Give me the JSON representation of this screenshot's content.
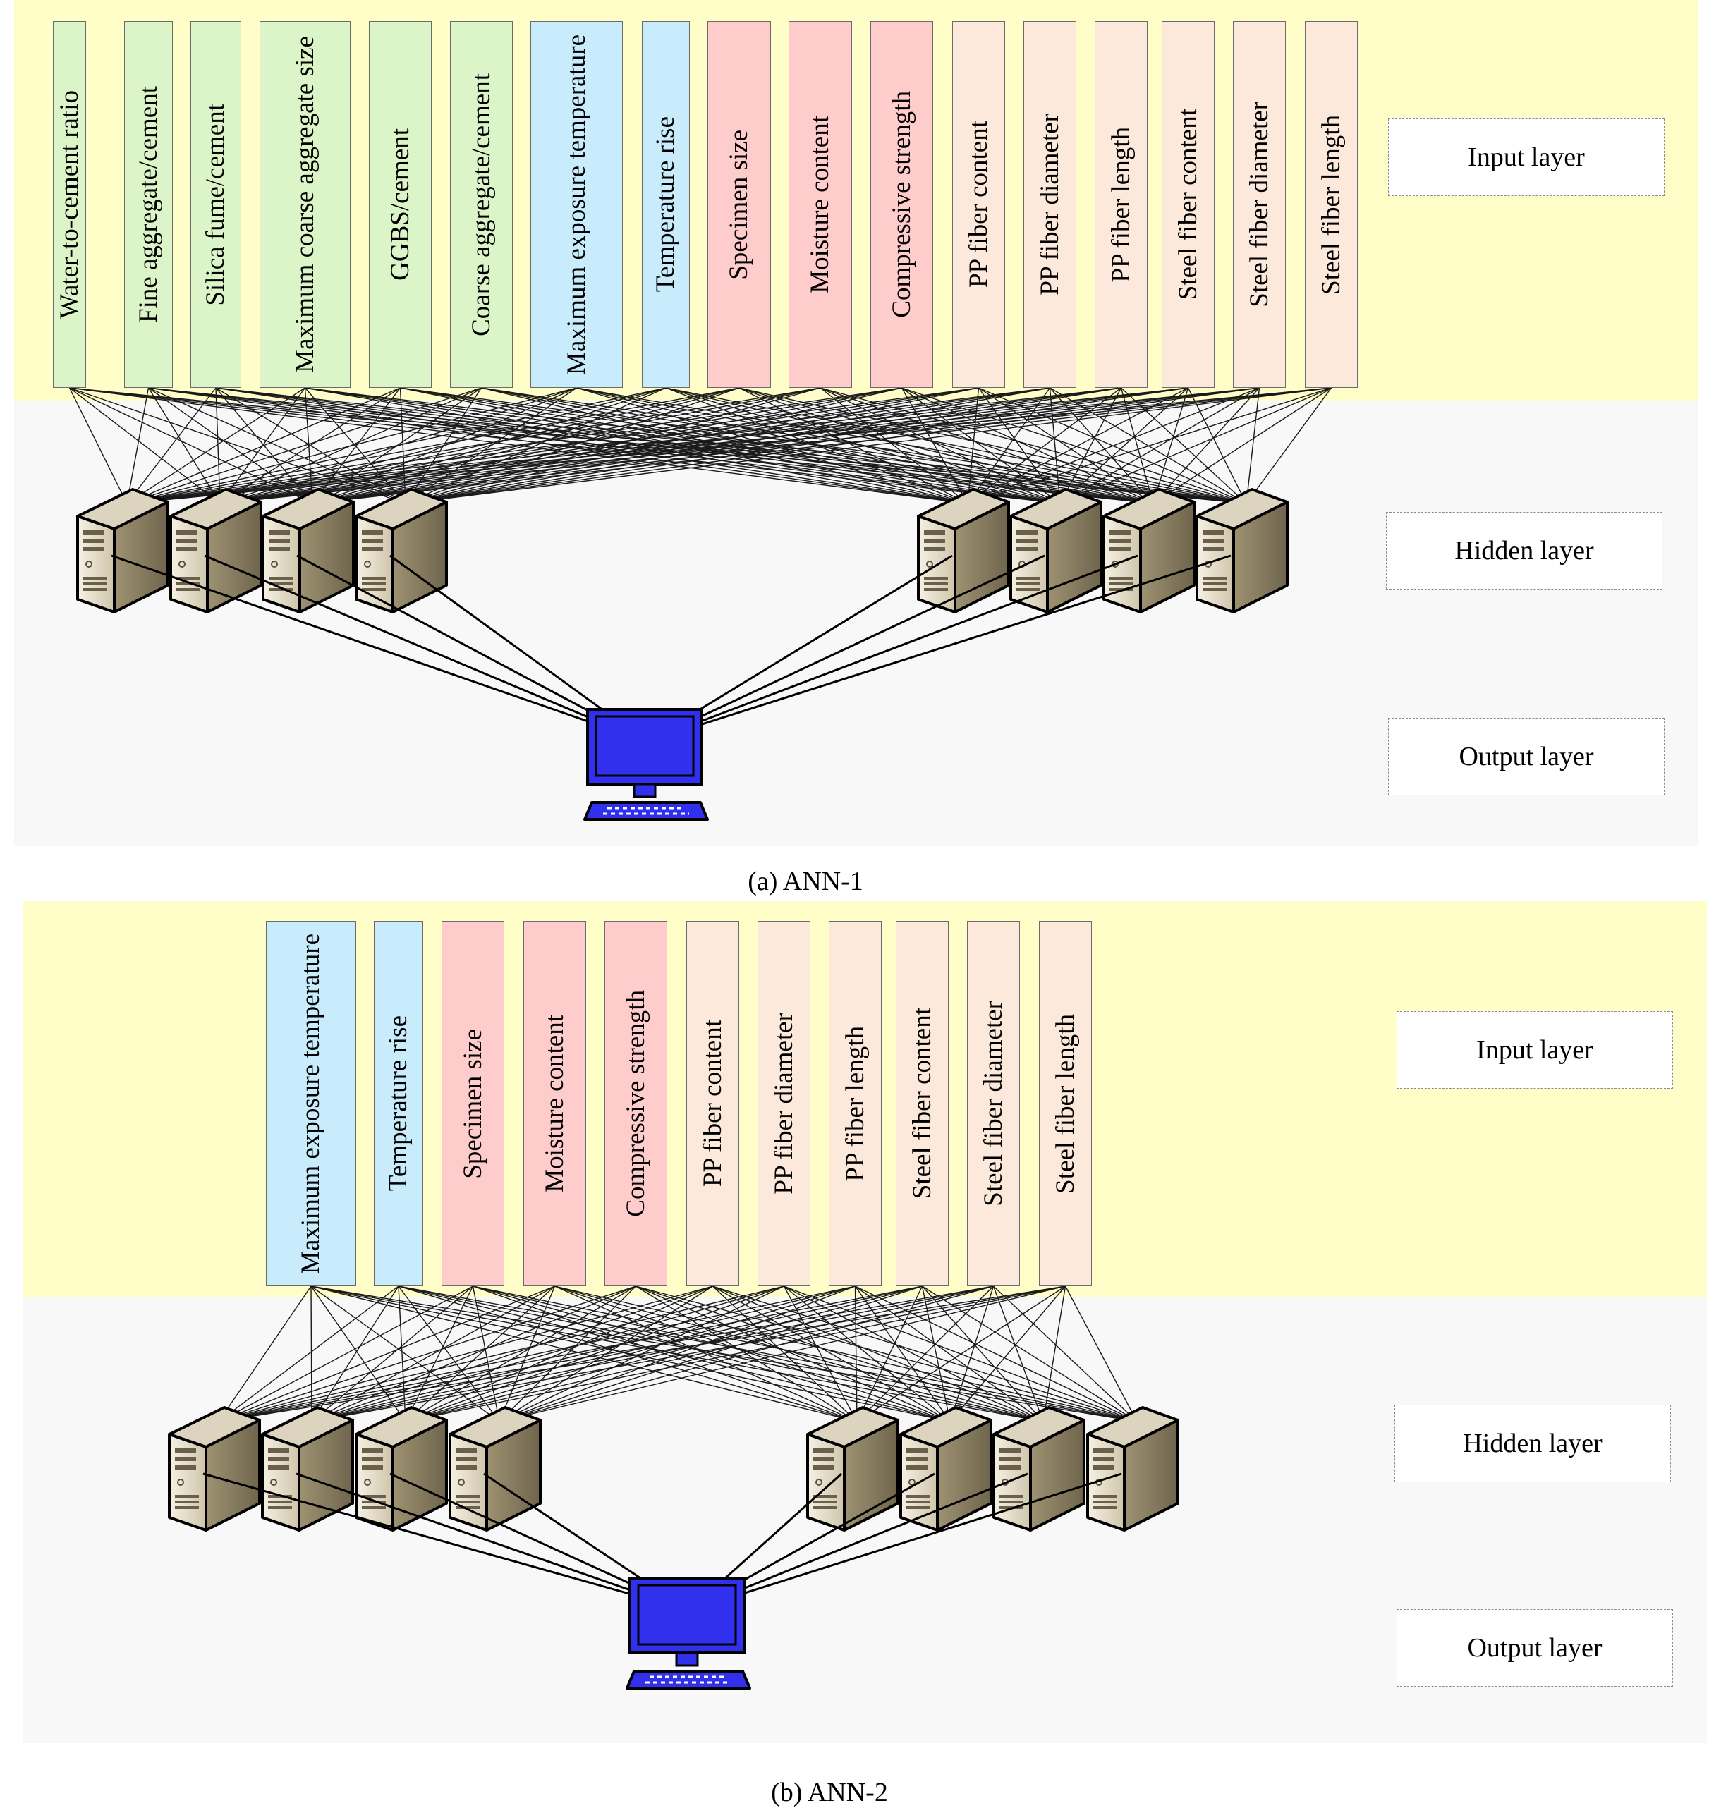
{
  "colors": {
    "input_band": "#fffec8",
    "hidden_band": "#f8f8f8",
    "mix_group": "#dcf5c8",
    "temperature_group": "#c8ecfc",
    "specimen_group": "#ffcccc",
    "fiber_group": "#fde9dc",
    "monitor": "#3030ee",
    "server_body": "#ddd4c0"
  },
  "panels": [
    {
      "caption": "(a) ANN-1",
      "labels": {
        "input": "Input layer",
        "hidden": "Hidden layer",
        "output": "Output layer"
      },
      "features": [
        {
          "text": "Water-to-cement ratio",
          "group": "mix"
        },
        {
          "text": "Fine aggregate/cement",
          "group": "mix"
        },
        {
          "text": "Silica fume/cement",
          "group": "mix"
        },
        {
          "text": "Maximum coarse aggregate size",
          "group": "mix"
        },
        {
          "text": "GGBS/cement",
          "group": "mix"
        },
        {
          "text": "Coarse aggregate/cement",
          "group": "mix"
        },
        {
          "text": "Maximum exposure temperature",
          "group": "temperature"
        },
        {
          "text": "Temperature rise",
          "group": "temperature"
        },
        {
          "text": "Specimen size",
          "group": "specimen"
        },
        {
          "text": "Moisture content",
          "group": "specimen"
        },
        {
          "text": "Compressive strength",
          "group": "specimen"
        },
        {
          "text": "PP fiber content",
          "group": "fiber"
        },
        {
          "text": "PP fiber diameter",
          "group": "fiber"
        },
        {
          "text": "PP fiber length",
          "group": "fiber"
        },
        {
          "text": "Steel fiber content",
          "group": "fiber"
        },
        {
          "text": "Steel fiber diameter",
          "group": "fiber"
        },
        {
          "text": "Steel fiber length",
          "group": "fiber"
        }
      ],
      "hidden_node_icon": "server-icon",
      "output_node_icon": "computer-monitor-icon"
    },
    {
      "caption": "(b) ANN-2",
      "labels": {
        "input": "Input layer",
        "hidden": "Hidden layer",
        "output": "Output layer"
      },
      "features": [
        {
          "text": "Maximum exposure temperature",
          "group": "temperature"
        },
        {
          "text": "Temperature rise",
          "group": "temperature"
        },
        {
          "text": "Specimen size",
          "group": "specimen"
        },
        {
          "text": "Moisture content",
          "group": "specimen"
        },
        {
          "text": "Compressive strength",
          "group": "specimen"
        },
        {
          "text": "PP fiber content",
          "group": "fiber"
        },
        {
          "text": "PP fiber diameter",
          "group": "fiber"
        },
        {
          "text": "PP fiber length",
          "group": "fiber"
        },
        {
          "text": "Steel fiber content",
          "group": "fiber"
        },
        {
          "text": "Steel fiber diameter",
          "group": "fiber"
        },
        {
          "text": "Steel fiber length",
          "group": "fiber"
        }
      ],
      "hidden_node_icon": "server-icon",
      "output_node_icon": "computer-monitor-icon"
    }
  ]
}
